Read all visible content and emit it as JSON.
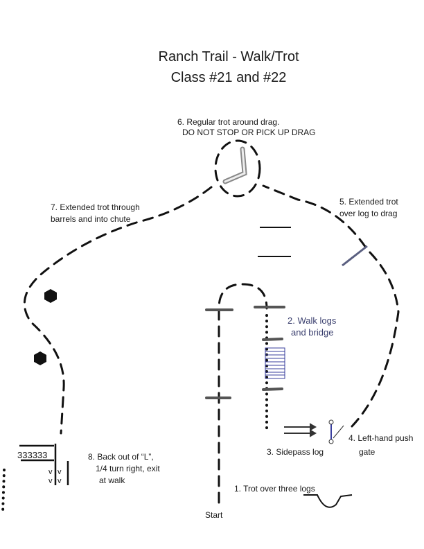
{
  "title": {
    "line1": "Ranch Trail - Walk/Trot",
    "line2": "Class #21 and #22"
  },
  "obstacles": [
    {
      "id": 1,
      "label_lines": [
        "1. Trot over three logs"
      ]
    },
    {
      "id": 2,
      "label_lines": [
        "2. Walk logs",
        "and bridge"
      ]
    },
    {
      "id": 3,
      "label_lines": [
        "3. Sidepass log"
      ]
    },
    {
      "id": 4,
      "label_lines": [
        "4. Left-hand push",
        "gate"
      ]
    },
    {
      "id": 5,
      "label_lines": [
        "5. Extended trot",
        "over log to drag"
      ]
    },
    {
      "id": 6,
      "label_lines": [
        "6. Regular trot around drag.",
        "DO NOT STOP OR PICK UP DRAG"
      ]
    },
    {
      "id": 7,
      "label_lines": [
        "7. Extended trot through",
        "barrels and into chute"
      ]
    },
    {
      "id": 8,
      "label_lines": [
        "8. Back out of “L”,",
        "1/4 turn right, exit",
        "at walk"
      ]
    }
  ],
  "start_label": "Start",
  "colors": {
    "ink": "#111111",
    "bridge": "#3a3f9e",
    "label_blue": "#3a3f6e"
  }
}
